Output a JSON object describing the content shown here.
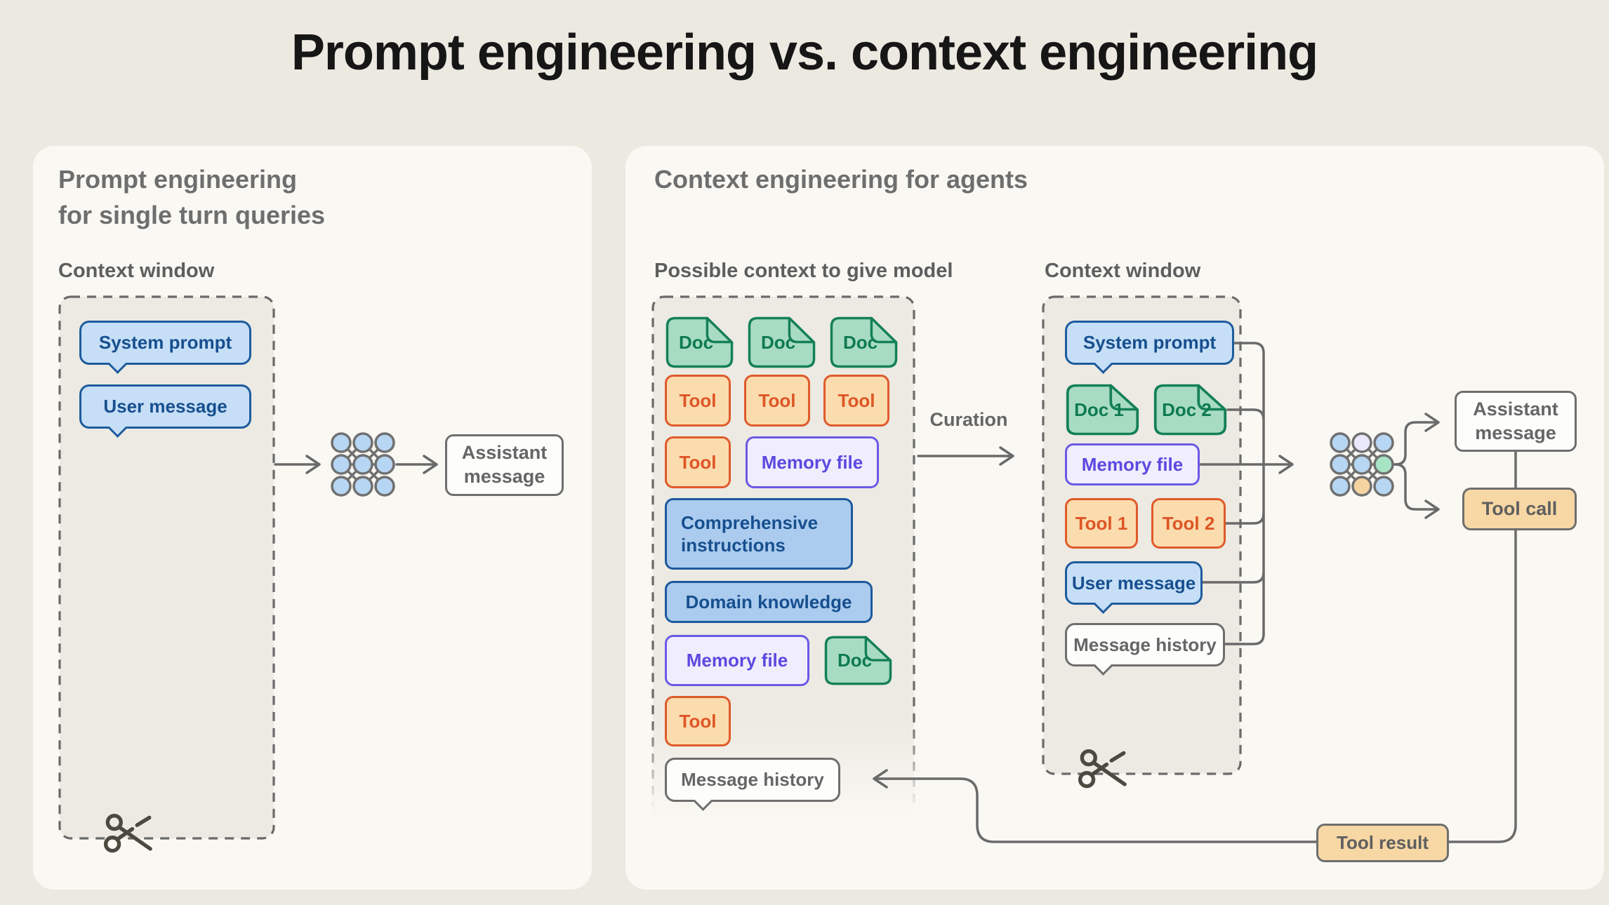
{
  "title": "Prompt engineering vs. context engineering",
  "colors": {
    "page_bg": "#ece9e1",
    "panel_bg": "#f9f8f3",
    "dashed_box_bg": "#eceae2",
    "line_gray": "#6a6a6a",
    "blue_border": "#1d5a9e",
    "blue_fill": "#abccee",
    "blue_bubble_fill": "#c6dff7",
    "green_border": "#158057",
    "green_fill": "#a8dcc2",
    "orange_border": "#e05a2b",
    "orange_fill": "#fbdcae",
    "purple_border": "#6b59e6",
    "purple_fill": "#f0edfd",
    "tan_fill": "#f7d7a4",
    "gray_border": "#6e6e6e"
  },
  "icons": {
    "scissors": "scissors-icon",
    "model": "neural-network-icon"
  },
  "left_panel": {
    "heading_line1": "Prompt engineering",
    "heading_line2": "for single turn queries",
    "context_window_label": "Context window",
    "system_prompt": "System prompt",
    "user_message": "User message",
    "assistant_message": "Assistant message"
  },
  "right_panel": {
    "heading": "Context engineering for agents",
    "pool_label": "Possible context to give model",
    "context_window_label": "Context window",
    "curation_label": "Curation",
    "pool": {
      "docs": [
        "Doc",
        "Doc",
        "Doc"
      ],
      "tools": [
        "Tool",
        "Tool",
        "Tool"
      ],
      "tool_single": "Tool",
      "memory_file": "Memory file",
      "comprehensive_instructions": "Comprehensive instructions",
      "domain_knowledge": "Domain knowledge",
      "memory_file_2": "Memory file",
      "doc_single": "Doc",
      "tool_single_2": "Tool",
      "message_history": "Message history"
    },
    "window": {
      "system_prompt": "System prompt",
      "docs": [
        "Doc 1",
        "Doc 2"
      ],
      "memory_file": "Memory file",
      "tools": [
        "Tool 1",
        "Tool 2"
      ],
      "user_message": "User message",
      "message_history": "Message history"
    },
    "outputs": {
      "assistant_message": "Assistant message",
      "tool_call": "Tool call",
      "tool_result": "Tool result"
    }
  }
}
